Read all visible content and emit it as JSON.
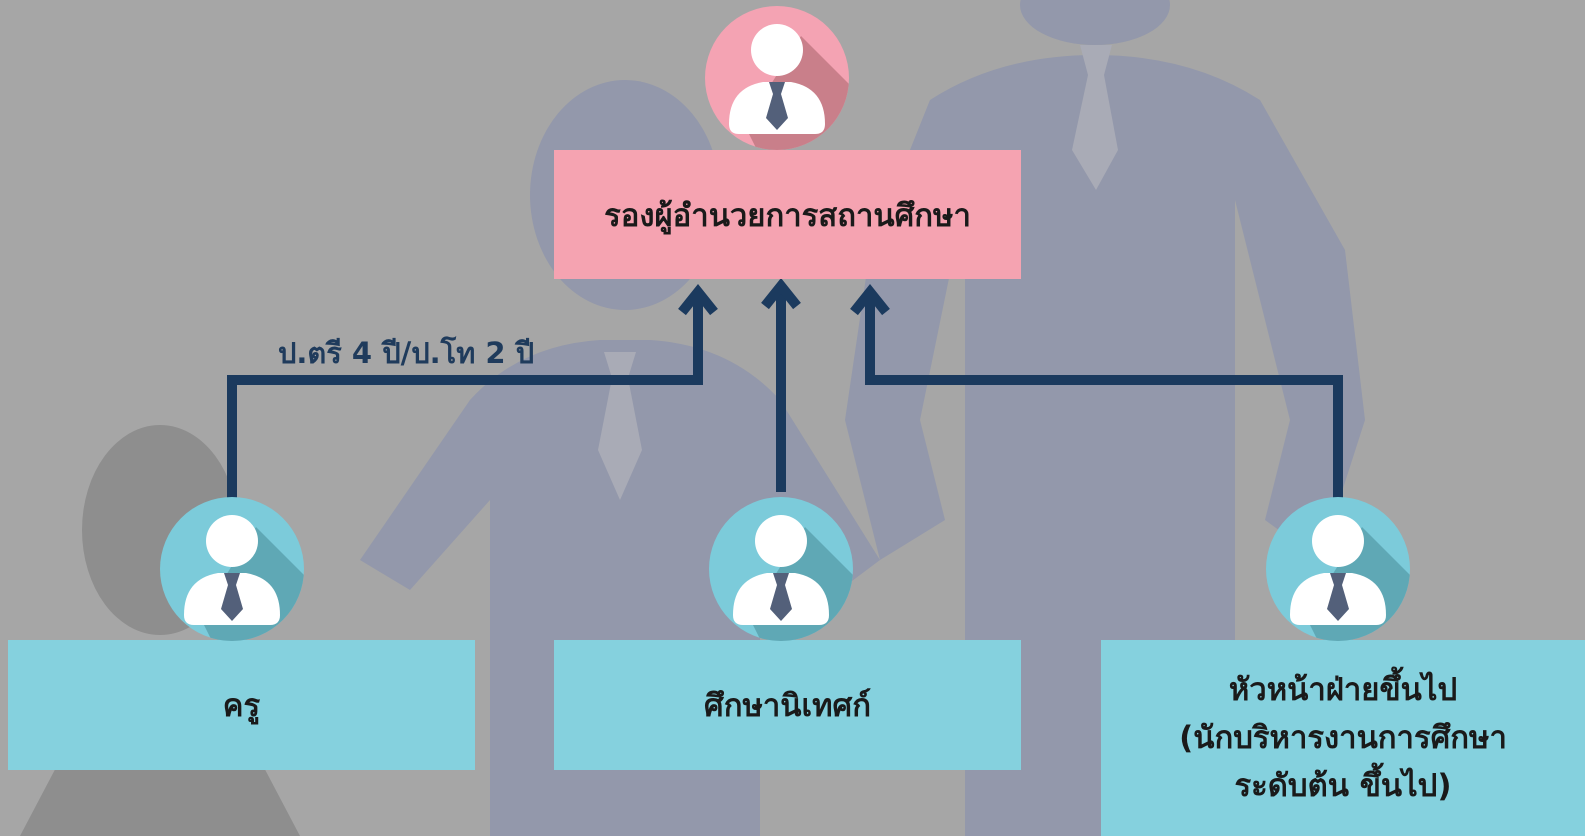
{
  "colors": {
    "background": "#a6a6a6",
    "silhouette_dark": "#8e8e8e",
    "silhouette_blue": "#9398ab",
    "connector": "#1b3a5e",
    "pink": "#f5a3b1",
    "pink_circle": "#f4a3b3",
    "pink_shadow": "#c97f8a",
    "cyan": "#85d1de",
    "cyan_circle": "#7ccbda",
    "cyan_shadow": "#5fa8b5",
    "person_white": "#ffffff",
    "tie": "#53607a"
  },
  "top": {
    "title": "รองผู้อำนวยการสถานศึกษา",
    "icon": "person-icon"
  },
  "path_label": "ป.ตรี 4 ปี/ป.โท 2 ปี",
  "positions": [
    {
      "label": "ครู",
      "icon": "person-icon"
    },
    {
      "label": "ศึกษานิเทศก์",
      "icon": "person-icon"
    },
    {
      "label": "หัวหน้าฝ่ายขึ้นไป\n(นักบริหารงานการศึกษา\nระดับต้น ขึ้นไป)",
      "icon": "person-icon"
    }
  ]
}
